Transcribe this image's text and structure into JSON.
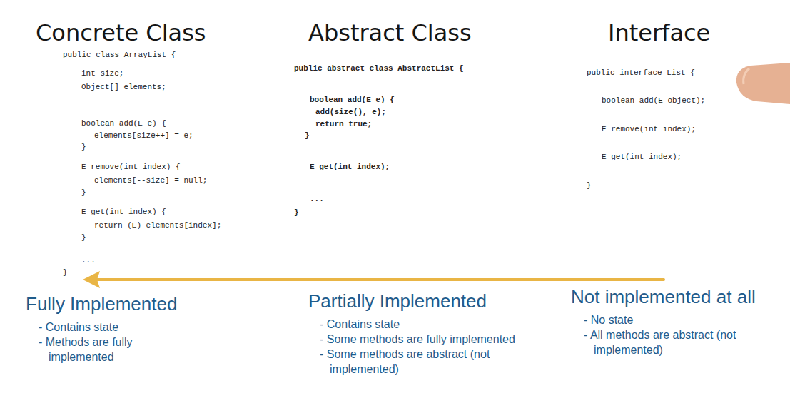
{
  "diagram": {
    "labels": [
      "Concrete Class",
      "Abstract Class",
      "Interface",
      "public class ArrayList {",
      "int size;",
      "Object[] elements;",
      "boolean add(E e) {",
      "elements[size++] = e;",
      "}",
      "E remove(int index) {",
      "elements[--size] = null;",
      "}",
      "E get(int index) {",
      "return (E) elements[index];",
      "}",
      "...",
      "}",
      "public abstract class AbstractList {",
      "boolean add(E e) {",
      "add(size(), e);",
      "return true;",
      "}",
      "E get(int index);",
      "...",
      "}",
      "public interface List {",
      "boolean add(E object);",
      "E remove(int index);",
      "E get(int index);",
      "}",
      "Fully Implemented",
      "- Contains state",
      "- Methods are fully implemented",
      "Partially Implemented",
      "- Contains state",
      "- Some methods are fully implemented",
      "- Some methods are abstract (not implemented)",
      "Not implemented at all",
      "- No state",
      "- All methods are abstract (not implemented)"
    ]
  }
}
